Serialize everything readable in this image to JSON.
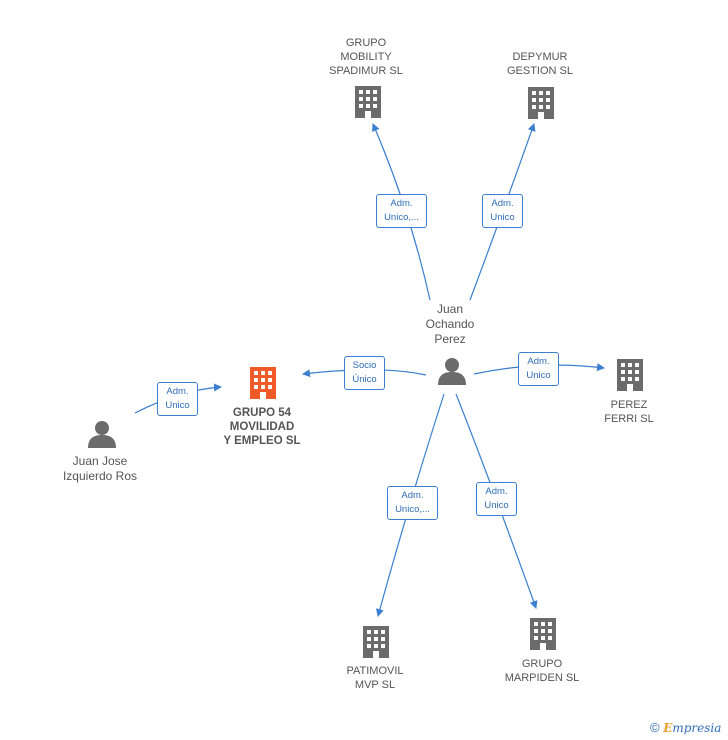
{
  "nodes": {
    "grupo_mobility": {
      "label": "GRUPO\nMOBILITY\nSPADIMUR  SL"
    },
    "depymur": {
      "label": "DEPYMUR\nGESTION SL"
    },
    "juan_ochando": {
      "label": "Juan\nOchando\nPerez"
    },
    "grupo54": {
      "label": "GRUPO 54\nMOVILIDAD\nY EMPLEO  SL"
    },
    "juan_jose": {
      "label": "Juan Jose\nIzquierdo Ros"
    },
    "perez_ferri": {
      "label": "PEREZ\nFERRI SL"
    },
    "patimovil": {
      "label": "PATIMOVIL\nMVP  SL"
    },
    "grupo_marpiden": {
      "label": "GRUPO\nMARPIDEN  SL"
    }
  },
  "edges": {
    "to_mobility": "Adm.\nUnico,...",
    "to_depymur": "Adm.\nUnico",
    "to_grupo54_socio": "Socio\nÚnico",
    "to_perez_ferri": "Adm.\nUnico",
    "to_patimovil": "Adm.\nUnico,...",
    "to_marpiden": "Adm.\nUnico",
    "juanjose_to_grupo54": "Adm.\nUnico"
  },
  "colors": {
    "edge": "#3b7fd0",
    "building": "#6b6b6b",
    "building_main": "#f05a28",
    "person": "#6b6b6b"
  },
  "footer": {
    "copyright": "©",
    "brand_e": "E",
    "brand_rest": "mpresia"
  }
}
